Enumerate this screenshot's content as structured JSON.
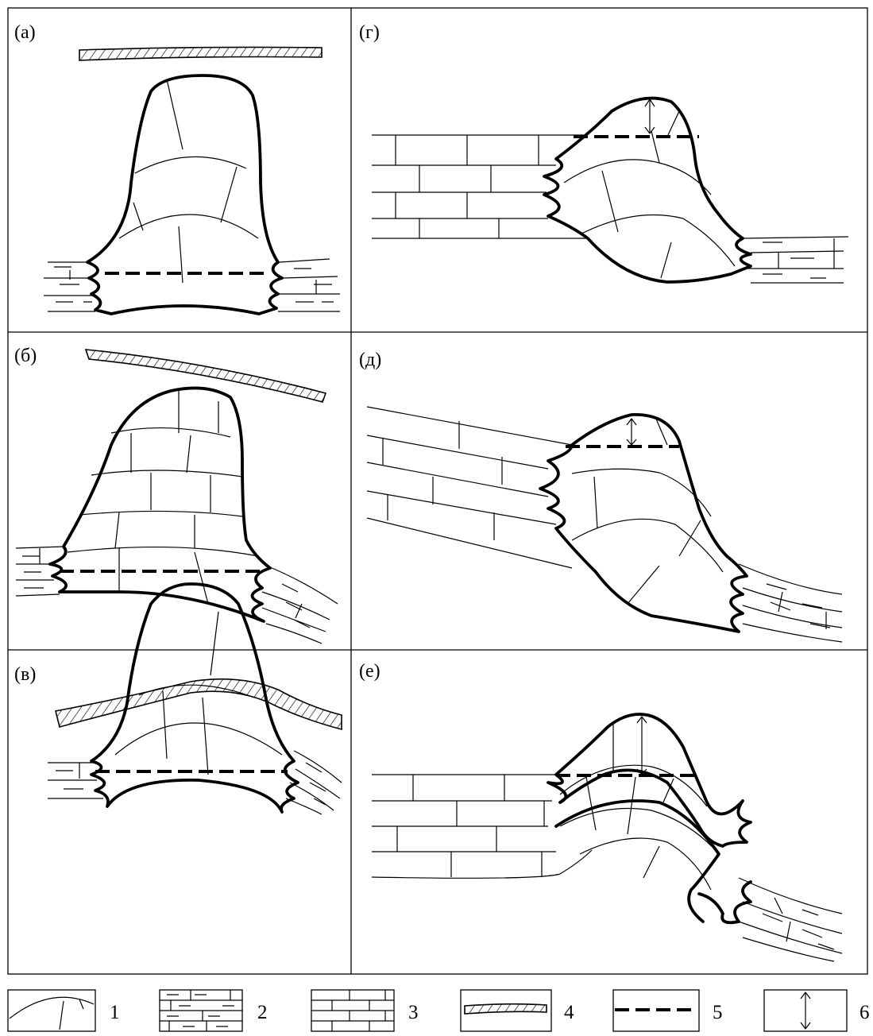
{
  "panels": {
    "a": "(а)",
    "b": "(б)",
    "v": "(в)",
    "g": "(г)",
    "d": "(д)",
    "e": "(е)"
  },
  "legend": {
    "items": [
      "1",
      "2",
      "3",
      "4",
      "5",
      "6"
    ],
    "swatches": [
      "salt-arc-fractured",
      "marl-limestone-layers",
      "limestone-layers",
      "hatched-marker-bed",
      "dashed-line",
      "double-arrow"
    ]
  },
  "colors": {
    "ink": "#000000",
    "background": "#ffffff"
  }
}
